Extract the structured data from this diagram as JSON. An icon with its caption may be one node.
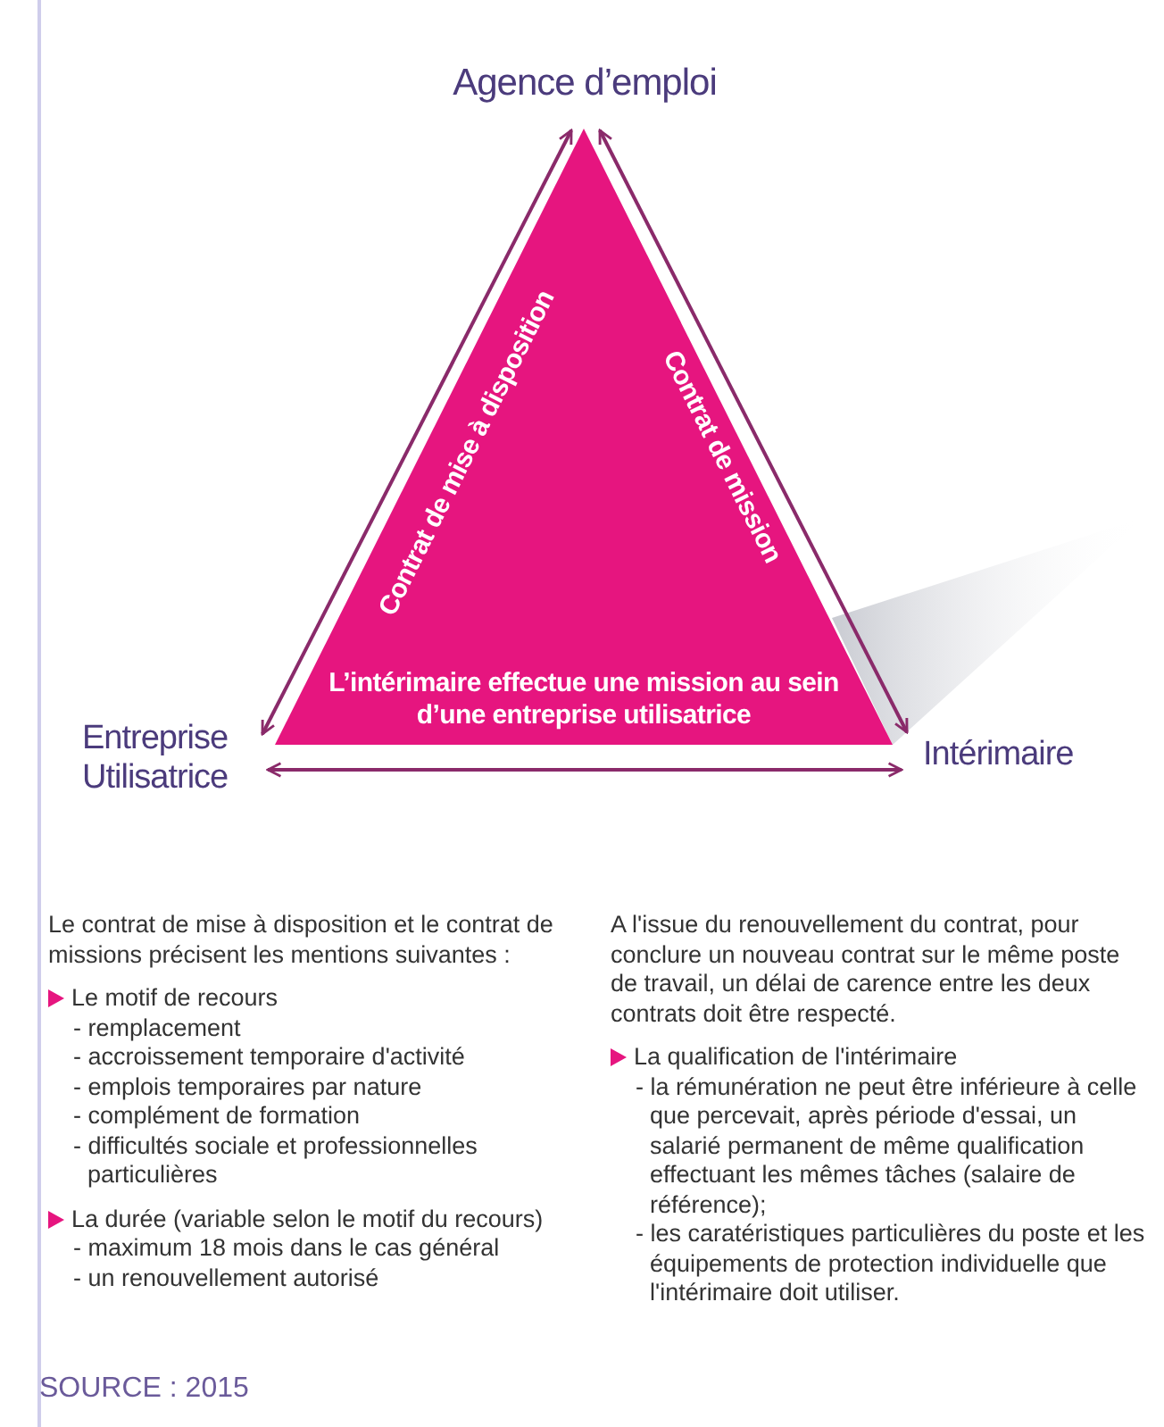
{
  "diagram": {
    "nodes": [
      {
        "text": [
          "Agence d’emploi"
        ]
      },
      {
        "text": [
          "Entreprise Utilisatrice"
        ]
      },
      {
        "text": [
          "Intérimaire"
        ]
      },
      {
        "text": [
          "L’intérimaire effectue une mission au sein d’une entreprise utilisatrice"
        ]
      }
    ],
    "edges": [
      {
        "from": 1,
        "to": 0,
        "arrow": "both",
        "label": "Contrat de mise à disposition"
      },
      {
        "from": 0,
        "to": 2,
        "arrow": "both",
        "label": "Contrat de mission"
      },
      {
        "from": 1,
        "to": 2,
        "arrow": "both"
      }
    ],
    "labels": [
      "Le contrat de mise à disposition et le contrat de missions précisent les mentions suivantes :",
      "Le motif de recours",
      "- remplacement",
      "- accroissement temporaire d'activité",
      "- emplois temporaires par nature",
      "- complément de formation",
      "- difficultés sociale et professionnelles particulières",
      "La durée (variable selon le motif du recours)",
      "- maximum 18 mois dans le cas général",
      "- un renouvellement autorisé",
      "A l'issue du renouvellement du contrat, pour conclure un nouveau contrat sur le même poste de travail, un délai de carence entre les deux contrats doit être respecté.",
      "La qualification de l'intérimaire",
      "- la rémunération ne peut être inférieure à celle que percevait, après période d'essai, un salarié permanent de même qualification effectuant les mêmes tâches (salaire de référence);",
      "- les caratéristiques particulières du poste et les équipements de protection individuelle que l'intérimaire doit utiliser.",
      "SOURCE : 2015"
    ]
  }
}
